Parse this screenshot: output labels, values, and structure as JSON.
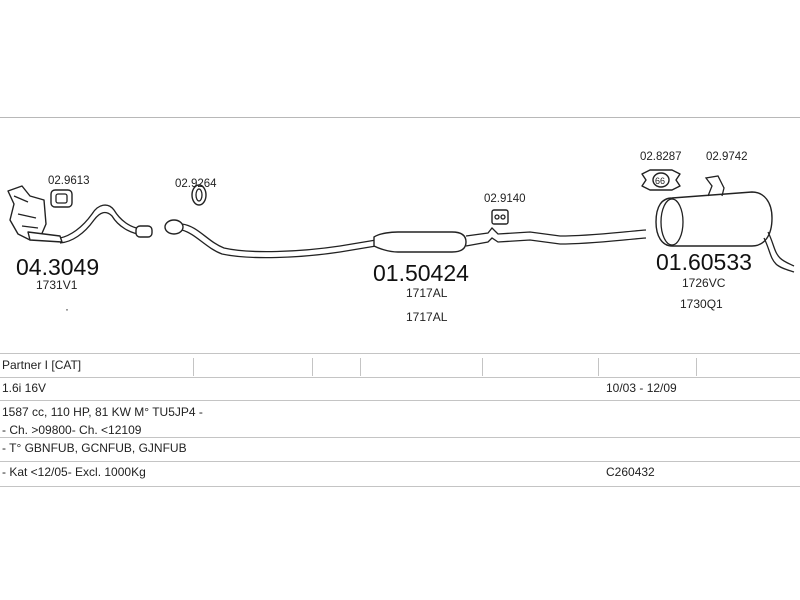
{
  "diagram": {
    "parts": [
      {
        "id": "cat",
        "main_code": "04.3049",
        "sub_code": "1731V1",
        "accessories": [
          "02.9613"
        ]
      },
      {
        "id": "front-pipe",
        "accessories": [
          "02.9264"
        ]
      },
      {
        "id": "middle",
        "main_code": "01.50424",
        "sub_codes": [
          "1717AL",
          "1717AL"
        ],
        "accessories": [
          "02.9140"
        ]
      },
      {
        "id": "rear",
        "main_code": "01.60533",
        "sub_codes": [
          "1726VC",
          "1730Q1"
        ],
        "accessories": [
          "02.8287",
          "02.9742"
        ],
        "badge": "66"
      }
    ]
  },
  "table": {
    "model": "Partner I [CAT]",
    "engine": "1.6i 16V",
    "years": "10/03 - 12/09",
    "specs": "1587 cc, 110 HP, 81 KW M° TU5JP4 -",
    "chassis": "- Ch. >09800- Ch. <12109",
    "types": "- T° GBNFUB, GCNFUB, GJNFUB",
    "notes": "- Kat <12/05- Excl. 1000Kg",
    "catalog_code": "C260432"
  }
}
